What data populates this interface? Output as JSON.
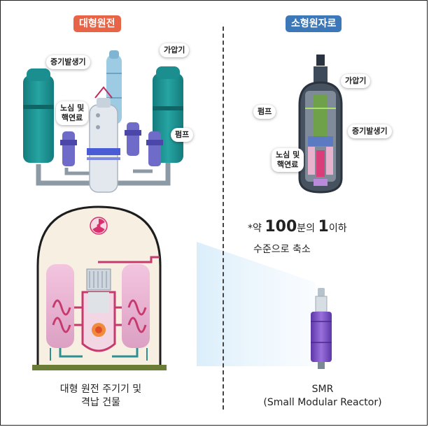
{
  "headers": {
    "large": "대형원전",
    "small": "소형원자로"
  },
  "callouts_large": {
    "steam_generator": "증기발생기",
    "pressurizer": "가압기",
    "core_line1": "노심 및",
    "core_line2": "핵연료",
    "pump": "펌프"
  },
  "callouts_small": {
    "pressurizer": "가압기",
    "pump": "펌프",
    "steam_generator": "증기발생기",
    "core_line1": "노심 및",
    "core_line2": "핵연료"
  },
  "scale_note": {
    "prefix": "*약 ",
    "num1": "100",
    "mid": "분의 ",
    "num2": "1",
    "suffix": "이하",
    "line2": "수준으로 축소"
  },
  "captions": {
    "large_line1": "대형 원전 주기기 및",
    "large_line2": "격납 건물",
    "smr_line1": "SMR",
    "smr_line2": "(Small Modular Reactor)"
  },
  "icons": [
    "radiation-icon"
  ],
  "colors": {
    "large_header": "#e76447",
    "small_header": "#3c78b8",
    "teal_vessel": "#1f8f8f",
    "pink_generator": "#e5a2c8",
    "purple_smr": "#7d4fc8"
  }
}
